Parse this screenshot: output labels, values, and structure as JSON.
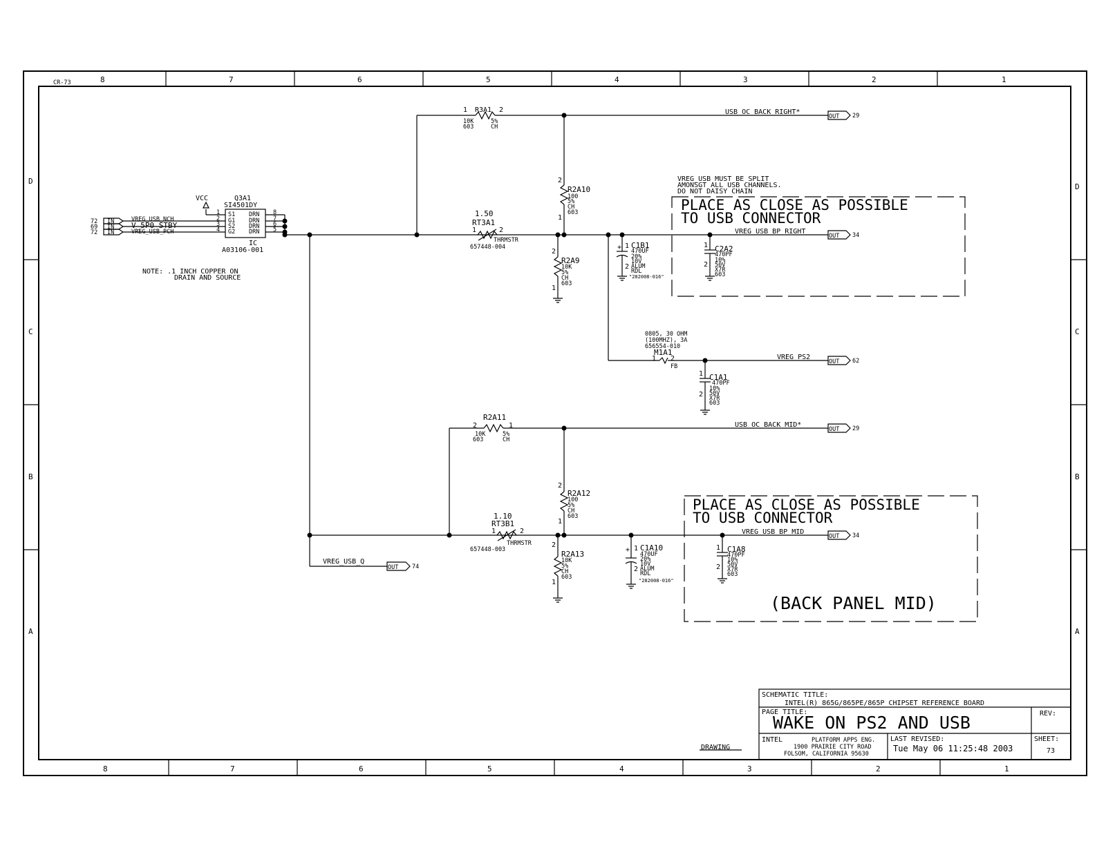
{
  "sheet_ref": "CR-73",
  "zones": {
    "columns": [
      "8",
      "7",
      "6",
      "5",
      "4",
      "3",
      "2",
      "1"
    ],
    "rows": [
      "D",
      "C",
      "B",
      "A"
    ]
  },
  "title_block": {
    "schematic_title_label": "SCHEMATIC TITLE:",
    "schematic_title": "INTEL(R) 865G/865PE/865P CHIPSET REFERENCE BOARD",
    "page_title_label": "PAGE TITLE:",
    "page_title": "WAKE ON PS2 AND USB",
    "rev_label": "REV:",
    "company": "INTEL",
    "dept": "PLATFORM APPS ENG.",
    "address1": "1900 PRAIRIE CITY ROAD",
    "address2": "FOLSOM, CALIFORNIA 95630",
    "last_revised_label": "LAST REVISED:",
    "last_revised": "Tue May 06 11:25:48 2003",
    "sheet_label": "SHEET:",
    "sheet_number": "73",
    "drawing_label": "DRAWING"
  },
  "inputs": [
    {
      "ref": "72",
      "port": "IN",
      "net": "VREG_USB_NCH"
    },
    {
      "ref": "69",
      "port": "IN",
      "net": "V_5P0_STBY"
    },
    {
      "ref": "72",
      "port": "IN",
      "net": "VREG_USB_PCH"
    }
  ],
  "q3a1": {
    "vcc": "VCC",
    "refdes": "Q3A1",
    "part": "SI4501DY",
    "type": "IC",
    "partno": "A03106-001",
    "pins_left": [
      {
        "num": "1",
        "name": "S1"
      },
      {
        "num": "2",
        "name": "G1"
      },
      {
        "num": "3",
        "name": "S2"
      },
      {
        "num": "4",
        "name": "G2"
      }
    ],
    "pins_right": [
      {
        "num": "8",
        "name": "DRN"
      },
      {
        "num": "7",
        "name": "DRN"
      },
      {
        "num": "6",
        "name": "DRN"
      },
      {
        "num": "5",
        "name": "DRN"
      }
    ]
  },
  "note": {
    "line1": "NOTE: .1 INCH COPPER ON",
    "line2": "DRAIN AND SOURCE"
  },
  "r3a1": {
    "pin1": "1",
    "refdes": "R3A1",
    "pin2": "2",
    "value": "10K",
    "pkg": "603",
    "tol": "5%",
    "type": "CH"
  },
  "rt3a1": {
    "value": "1.50",
    "refdes": "RT3A1",
    "pin1": "1",
    "pin2": "2",
    "type": "THRMSTR",
    "partno": "657448-004"
  },
  "r2a10": {
    "pin2": "2",
    "pin1": "1",
    "refdes": "R2A10",
    "value": "100",
    "tol": "5%",
    "type": "CH",
    "pkg": "603"
  },
  "r2a9": {
    "pin2": "2",
    "pin1": "1",
    "refdes": "R2A9",
    "value": "10K",
    "tol": "5%",
    "type": "CH",
    "pkg": "603"
  },
  "c1b1": {
    "pin1": "1",
    "pin2": "2",
    "refdes": "C1B1",
    "value": "470UF",
    "tol": "20%",
    "voltage": "10V",
    "type": "ALUM",
    "pkg": "RDL",
    "partno": "\"282008-016\""
  },
  "c2a2": {
    "pin1": "1",
    "pin2": "2",
    "refdes": "C2A2",
    "value": "470PF",
    "tol": "10%",
    "voltage": "50V",
    "type": "X7R",
    "pkg": "603"
  },
  "split_note": {
    "line1": "VREG_USB MUST BE SPLIT",
    "line2": "AMONSGT ALL USB CHANNELS.",
    "line3": "DO NOT DAISY CHAIN"
  },
  "box1": {
    "line1": "PLACE AS CLOSE AS POSSIBLE",
    "line2": "TO USB CONNECTOR"
  },
  "m1a1": {
    "desc1": "0805, 30 OHM",
    "desc2": "(100MHZ), 3A",
    "partno": "656554-010",
    "refdes": "M1A1",
    "pin1": "1",
    "pin2": "2",
    "type": "FB"
  },
  "c1a1": {
    "pin1": "1",
    "pin2": "2",
    "refdes": "C1A1",
    "value": "470PF",
    "tol": "10%",
    "voltage": "50V",
    "type": "X7R",
    "pkg": "603"
  },
  "r2a11": {
    "refdes": "R2A11",
    "pin2": "2",
    "pin1": "1",
    "value": "10K",
    "pkg": "603",
    "tol": "5%",
    "type": "CH"
  },
  "r2a12": {
    "pin2": "2",
    "pin1": "1",
    "refdes": "R2A12",
    "value": "100",
    "tol": "5%",
    "type": "CH",
    "pkg": "603"
  },
  "rt3b1": {
    "value": "1.10",
    "refdes": "RT3B1",
    "pin1": "1",
    "pin2": "2",
    "type": "THRMSTR",
    "partno": "657448-003"
  },
  "r2a13": {
    "pin2": "2",
    "pin1": "1",
    "refdes": "R2A13",
    "value": "10K",
    "tol": "5%",
    "type": "CH",
    "pkg": "603"
  },
  "c1a10": {
    "pin1": "1",
    "pin2": "2",
    "refdes": "C1A10",
    "value": "470UF",
    "tol": "20%",
    "voltage": "10V",
    "type": "ALUM",
    "pkg": "RDL",
    "partno": "\"282008-016\""
  },
  "c1a8": {
    "pin1": "1",
    "pin2": "2",
    "refdes": "C1A8",
    "value": "470PF",
    "tol": "10%",
    "voltage": "50V",
    "type": "X7R",
    "pkg": "603"
  },
  "box2": {
    "line1": "PLACE AS CLOSE AS POSSIBLE",
    "line2": "TO USB CONNECTOR",
    "line3": "(BACK PANEL MID)"
  },
  "outputs": [
    {
      "net": "USB_OC_BACK_RIGHT*",
      "port": "OUT",
      "ref": "29"
    },
    {
      "net": "VREG_USB_BP_RIGHT",
      "port": "OUT",
      "ref": "34"
    },
    {
      "net": "VREG_PS2",
      "port": "OUT",
      "ref": "62"
    },
    {
      "net": "USB_OC_BACK_MID*",
      "port": "OUT",
      "ref": "29"
    },
    {
      "net": "VREG_USB_BP_MID",
      "port": "OUT",
      "ref": "34"
    },
    {
      "net": "VREG_USB_Q",
      "port": "OUT",
      "ref": "74"
    }
  ]
}
